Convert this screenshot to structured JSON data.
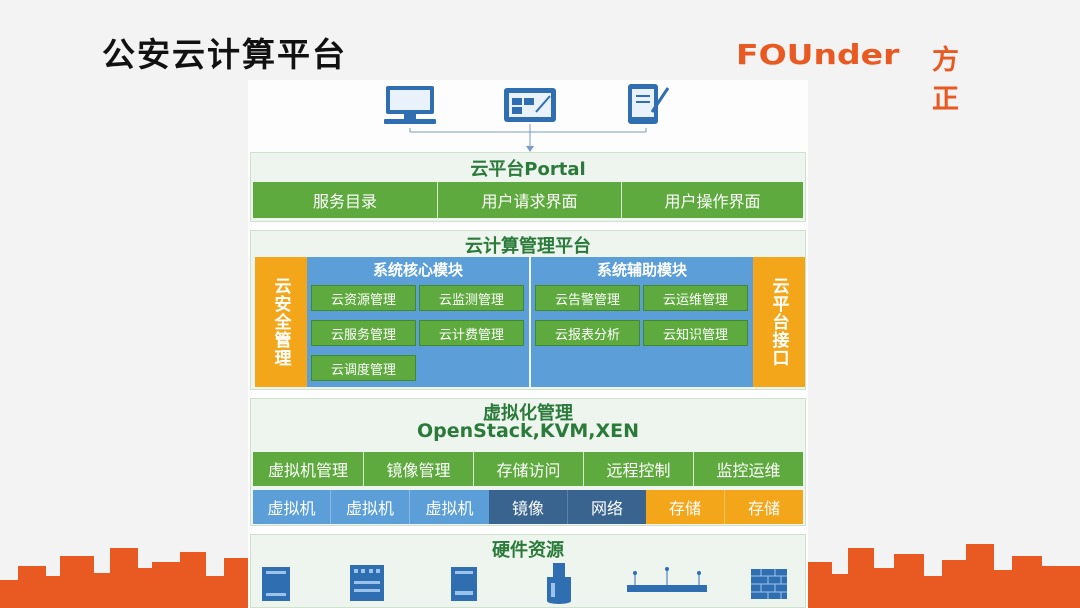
{
  "slide": {
    "title": "公安云计算平台"
  },
  "logo": {
    "latin": "FOUnder",
    "cn": "方正"
  },
  "portal": {
    "title": "云平台Portal",
    "items": [
      "服务目录",
      "用户请求界面",
      "用户操作界面"
    ]
  },
  "management": {
    "title": "云计算管理平台",
    "left_side": "云安全管理",
    "right_side": "云平台接口",
    "core": {
      "title": "系统核心模块",
      "items": [
        "云资源管理",
        "云监测管理",
        "云服务管理",
        "云计费管理",
        "云调度管理"
      ]
    },
    "aux": {
      "title": "系统辅助模块",
      "items": [
        "云告警管理",
        "云运维管理",
        "云报表分析",
        "云知识管理"
      ]
    }
  },
  "virtualization": {
    "title": "虚拟化管理",
    "subtitle": "OpenStack,KVM,XEN",
    "functions": [
      "虚拟机管理",
      "镜像管理",
      "存储访问",
      "远程控制",
      "监控运维"
    ],
    "resources": [
      "虚拟机",
      "虚拟机",
      "虚拟机",
      "镜像",
      "网络",
      "存储",
      "存储"
    ]
  },
  "hardware": {
    "title": "硬件资源"
  },
  "colors": {
    "accent_orange": "#e85a22",
    "green": "#5eaa3e",
    "blue": "#5c9fd8",
    "navy": "#39648f",
    "yellow": "#f3a61a"
  },
  "icons": [
    "monitor-icon",
    "dashboard-icon",
    "tablet-icon",
    "server-icon",
    "rack-icon",
    "tower-server-icon",
    "storage-cylinder-icon",
    "network-switch-icon",
    "firewall-icon"
  ]
}
